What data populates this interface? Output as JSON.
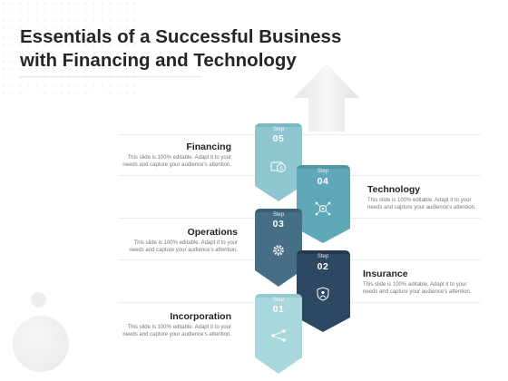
{
  "title_line1": "Essentials of a Successful Business",
  "title_line2": "with Financing and Technology",
  "colors": {
    "step05": "#8ec7d0",
    "step04": "#5fa8b8",
    "step03": "#466f86",
    "step02": "#2e4763",
    "step01": "#a8d7de",
    "arrow": "#eeeeee"
  },
  "steps": [
    {
      "step": "Step",
      "number": "05",
      "title": "Financing",
      "desc_line1": "This slide is 100% editable.  Adapt it to your",
      "desc_line2": "needs and capture your audience's attention.",
      "icon": "money-icon"
    },
    {
      "step": "Step",
      "number": "04",
      "title": "Technology",
      "desc_line1": "This slide is 100% editable.  Adapt it to your",
      "desc_line2": "needs and capture your audience's attention.",
      "icon": "network-gear-icon"
    },
    {
      "step": "Step",
      "number": "03",
      "title": "Operations",
      "desc_line1": "This slide is 100% editable.  Adapt it to your",
      "desc_line2": "needs and capture your audience's attention.",
      "icon": "gear-icon"
    },
    {
      "step": "Step",
      "number": "02",
      "title": "Insurance",
      "desc_line1": "This slide is 100% editable.  Adapt it to your",
      "desc_line2": "needs and capture your audience's attention.",
      "icon": "shield-people-icon"
    },
    {
      "step": "Step",
      "number": "01",
      "title": "Incorporation",
      "desc_line1": "This slide is 100% editable.  Adapt it to your",
      "desc_line2": "needs and capture your audience's attention.",
      "icon": "network-share-icon"
    }
  ]
}
